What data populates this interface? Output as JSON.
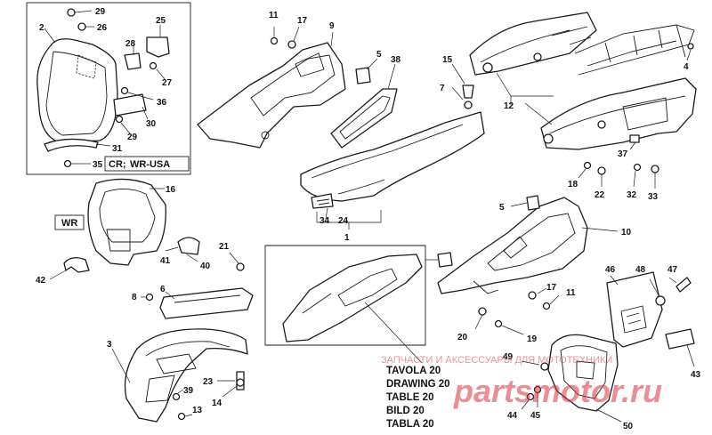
{
  "callouts": {
    "n2": "2",
    "n3": "3",
    "n4": "4",
    "n5a": "5",
    "n5b": "5",
    "n6": "6",
    "n7": "7",
    "n8": "8",
    "n9": "9",
    "n10": "10",
    "n11a": "11",
    "n11b": "11",
    "n12": "12",
    "n13": "13",
    "n14": "14",
    "n15": "15",
    "n16": "16",
    "n17a": "17",
    "n17b": "17",
    "n18": "18",
    "n19": "19",
    "n20": "20",
    "n21": "21",
    "n22": "22",
    "n23": "23",
    "n24": "24",
    "n25": "25",
    "n26": "26",
    "n27": "27",
    "n28": "28",
    "n29a": "29",
    "n29b": "29",
    "n30": "30",
    "n31": "31",
    "n32": "32",
    "n33": "33",
    "n34": "34",
    "n35": "35",
    "n36": "36",
    "n37": "37",
    "n38": "38",
    "n39": "39",
    "n40": "40",
    "n41": "41",
    "n42": "42",
    "n43": "43",
    "n44": "44",
    "n45": "45",
    "n46": "46",
    "n47": "47",
    "n48": "48",
    "n49": "49",
    "n50": "50",
    "n1": "1"
  },
  "labels": {
    "version_cr": "CR;",
    "version_wr_usa": "WR-USA",
    "version_wr": "WR"
  },
  "drawing_titles": [
    "TAVOLA 20",
    "DRAWING 20",
    "TABLE 20",
    "BILD 20",
    "TABLA 20"
  ],
  "watermark": {
    "text": "partsmotor.ru",
    "tagline": "ЗАПЧАСТИ И АКСЕССУАРЫ ДЛЯ МОТОТЕХНИКИ",
    "color": "#e0303a"
  }
}
